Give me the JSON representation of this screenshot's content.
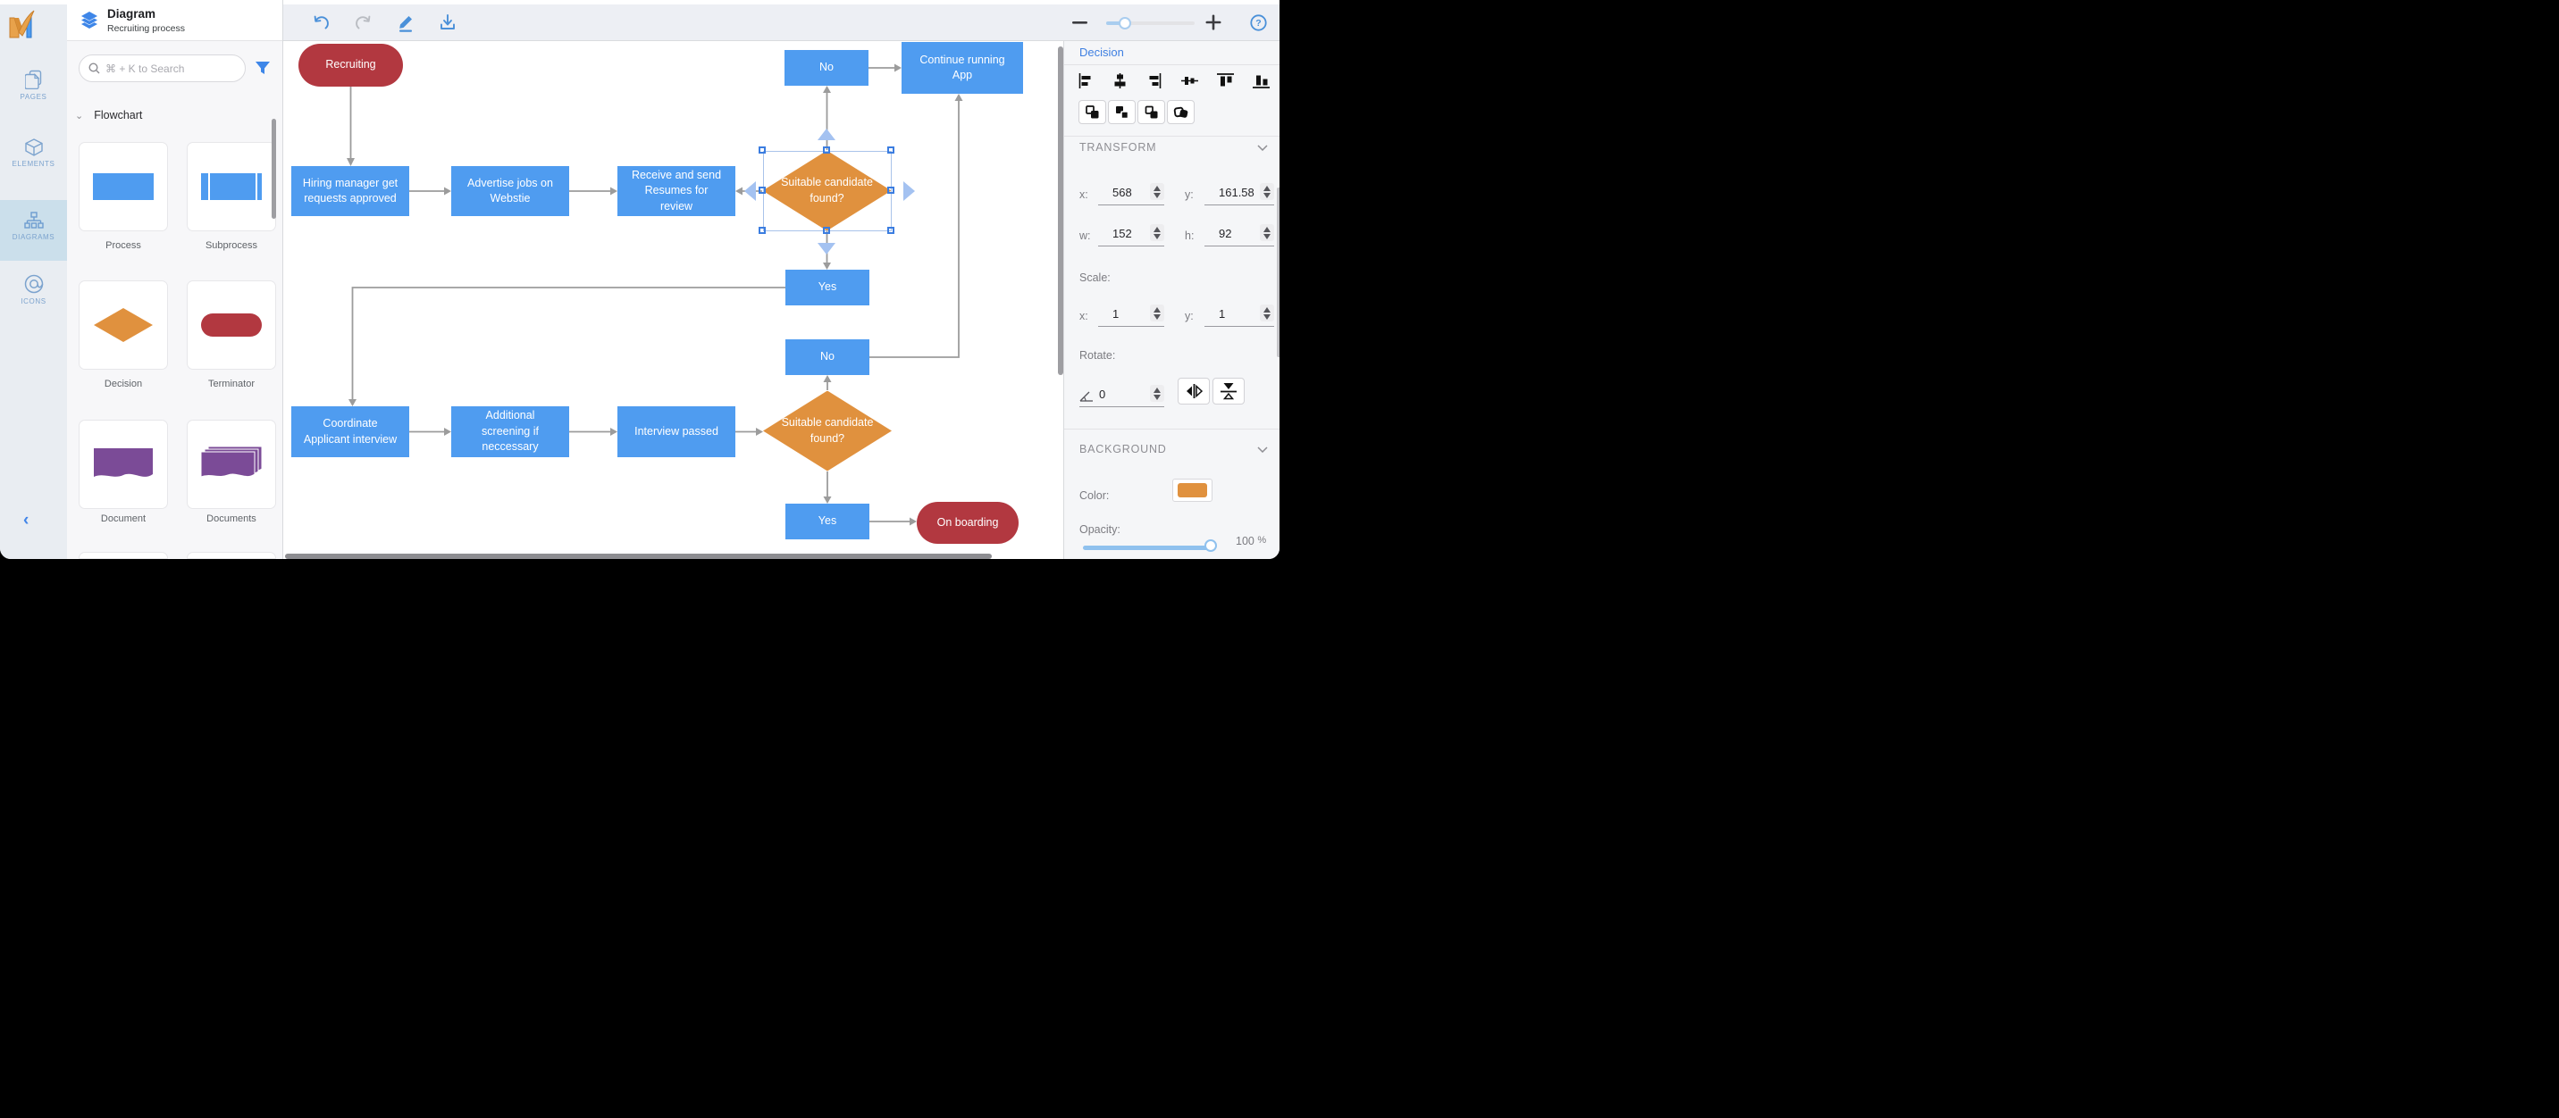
{
  "colors": {
    "accent_blue": "#3E7FE1",
    "node_blue": "#4F9CF0",
    "node_orange": "#E0913E",
    "node_red": "#B23840",
    "node_purple": "#7B4B97",
    "arrow_gray": "#9C9C9C",
    "rail_active_bg": "#CBDFEB"
  },
  "sidebar": {
    "items": [
      {
        "id": "pages",
        "label": "PAGES"
      },
      {
        "id": "elements",
        "label": "ELEMENTS"
      },
      {
        "id": "diagrams",
        "label": "DIAGRAMS",
        "active": true
      },
      {
        "id": "icons",
        "label": "ICONS"
      }
    ],
    "back_label": "‹"
  },
  "panel": {
    "title": "Diagram",
    "subtitle": "Recruiting process",
    "search_placeholder": "⌘ + K to Search",
    "section_label": "Flowchart",
    "shapes": [
      {
        "label": "Process"
      },
      {
        "label": "Subprocess"
      },
      {
        "label": "Decision"
      },
      {
        "label": "Terminator"
      },
      {
        "label": "Document"
      },
      {
        "label": "Documents"
      }
    ]
  },
  "toolbar": {
    "icons": [
      "undo",
      "redo",
      "edit",
      "export"
    ]
  },
  "zoombar": {
    "controls": [
      "zoom-out",
      "zoom-slider",
      "zoom-in",
      "help"
    ]
  },
  "canvas": {
    "nodes": [
      {
        "label": "Recruiting",
        "type": "terminator"
      },
      {
        "label": "Hiring manager get requests approved",
        "type": "process"
      },
      {
        "label": "Advertise jobs on Webstie",
        "type": "process"
      },
      {
        "label": "Receive and send Resumes for review",
        "type": "process"
      },
      {
        "label": "Suitable candidate found?",
        "type": "decision",
        "selected": true
      },
      {
        "label": "No",
        "type": "process"
      },
      {
        "label": "Continue running App",
        "type": "process"
      },
      {
        "label": "Yes",
        "type": "process"
      },
      {
        "label": "No",
        "type": "process"
      },
      {
        "label": "Coordinate Applicant interview",
        "type": "process"
      },
      {
        "label": "Additional screening if neccessary",
        "type": "process"
      },
      {
        "label": "Interview passed",
        "type": "process"
      },
      {
        "label": "Suitable candidate found?",
        "type": "decision"
      },
      {
        "label": "Yes",
        "type": "process"
      },
      {
        "label": "On boarding",
        "type": "terminator"
      }
    ]
  },
  "inspector": {
    "selection_title": "Decision",
    "transform": {
      "heading": "TRANSFORM",
      "x_label": "x:",
      "x_value": "568",
      "y_label": "y:",
      "y_value": "161.58",
      "w_label": "w:",
      "w_value": "152",
      "h_label": "h:",
      "h_value": "92",
      "scale_label": "Scale:",
      "scale_x_label": "x:",
      "scale_x_value": "1",
      "scale_y_label": "y:",
      "scale_y_value": "1",
      "rotate_label": "Rotate:",
      "rotate_value": "0"
    },
    "background": {
      "heading": "BACKGROUND",
      "color_label": "Color:",
      "color_value": "#E0913E",
      "opacity_label": "Opacity:",
      "opacity_value": "100",
      "opacity_unit": "%"
    }
  }
}
